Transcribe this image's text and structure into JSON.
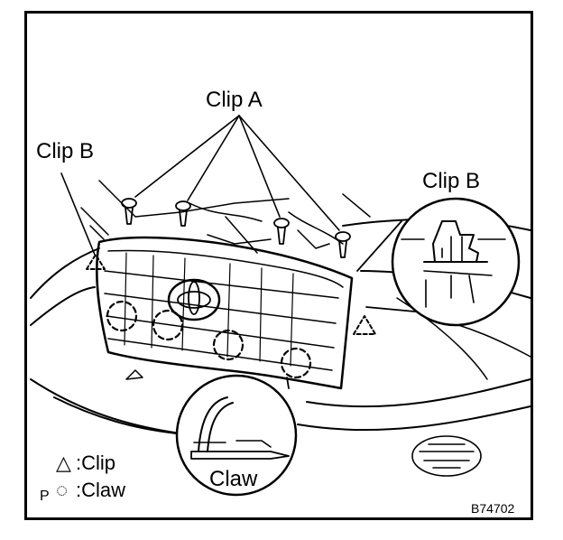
{
  "labels": {
    "clip_a": "Clip A",
    "clip_b_left": "Clip B",
    "clip_b_detail": "Clip B",
    "claw_detail": "Claw"
  },
  "legend": {
    "clip_symbol": "△",
    "clip_text": ":Clip",
    "claw_symbol": "◌",
    "claw_text": ":Claw",
    "prefix": "P"
  },
  "figure_id": "B74702"
}
